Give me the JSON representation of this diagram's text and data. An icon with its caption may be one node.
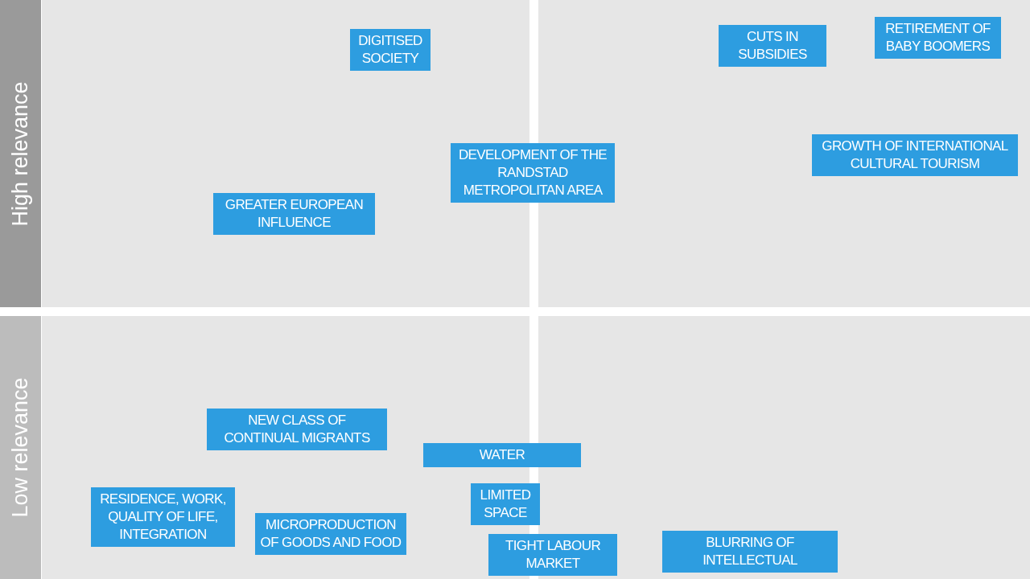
{
  "diagram": {
    "nodes": [
      {
        "text": [
          "High relevance"
        ]
      },
      {
        "text": [
          "Low relevance"
        ]
      },
      {
        "text": [
          "DIGITISED SOCIETY"
        ]
      },
      {
        "text": [
          "CUTS IN SUBSIDIES"
        ]
      },
      {
        "text": [
          "RETIREMENT OF BABY BOOMERS"
        ]
      },
      {
        "text": [
          "GROWTH OF INTERNATIONAL CULTURAL TOURISM"
        ]
      },
      {
        "text": [
          "DEVELOPMENT OF THE RANDSTAD METROPOLITAN AREA"
        ]
      },
      {
        "text": [
          "GREATER EUROPEAN INFLUENCE"
        ]
      },
      {
        "text": [
          "NEW CLASS OF CONTINUAL MIGRANTS"
        ]
      },
      {
        "text": [
          "WATER"
        ]
      },
      {
        "text": [
          "LIMITED SPACE"
        ]
      },
      {
        "text": [
          "RESIDENCE, WORK, QUALITY OF LIFE, INTEGRATION"
        ]
      },
      {
        "text": [
          "MICROPRODUCTION OF GOODS AND FOOD"
        ]
      },
      {
        "text": [
          "TIGHT LABOUR MARKET"
        ]
      },
      {
        "text": [
          "BLURRING OF INTELLECTUAL"
        ]
      }
    ]
  }
}
